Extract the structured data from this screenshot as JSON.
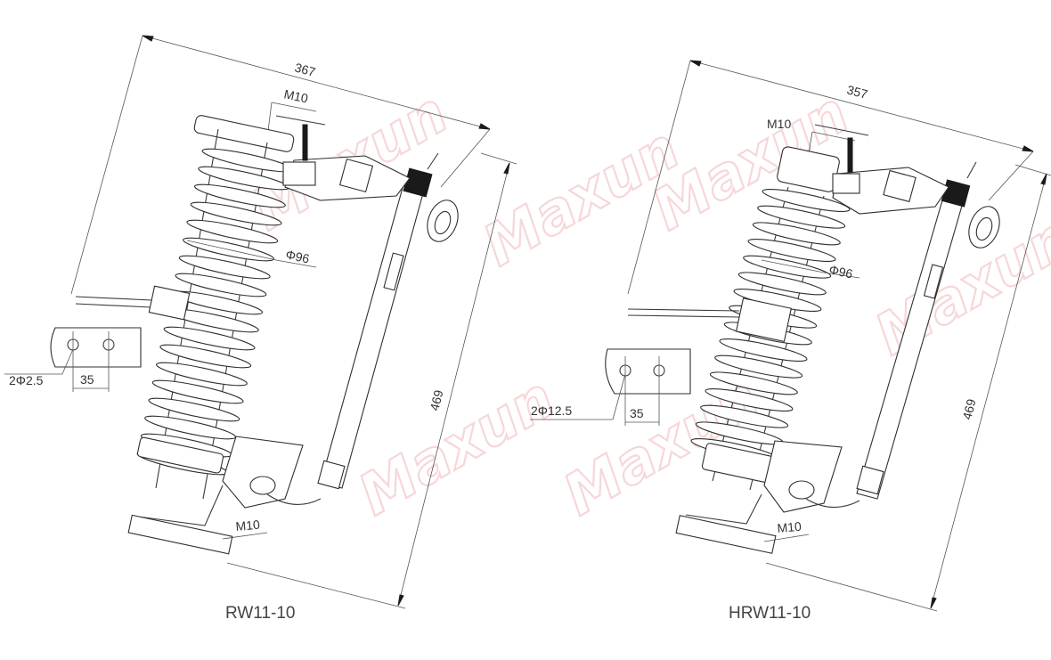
{
  "colors": {
    "line": "#3a3a3a",
    "watermark": "#f0b7b7",
    "text": "#333333"
  },
  "watermark_text": "Maxun",
  "drawings": [
    {
      "caption": "RW11-10",
      "dims": {
        "overall_width": "367",
        "height": "469",
        "top_bolt": "M10",
        "bottom_bolt": "M10",
        "diameter": "Φ96",
        "holes": "2Φ2.5",
        "hole_spacing": "35"
      }
    },
    {
      "caption": "HRW11-10",
      "dims": {
        "overall_width": "357",
        "height": "469",
        "top_bolt": "M10",
        "bottom_bolt": "M10",
        "diameter": "Φ96",
        "holes": "2Φ12.5",
        "hole_spacing": "35"
      }
    }
  ]
}
